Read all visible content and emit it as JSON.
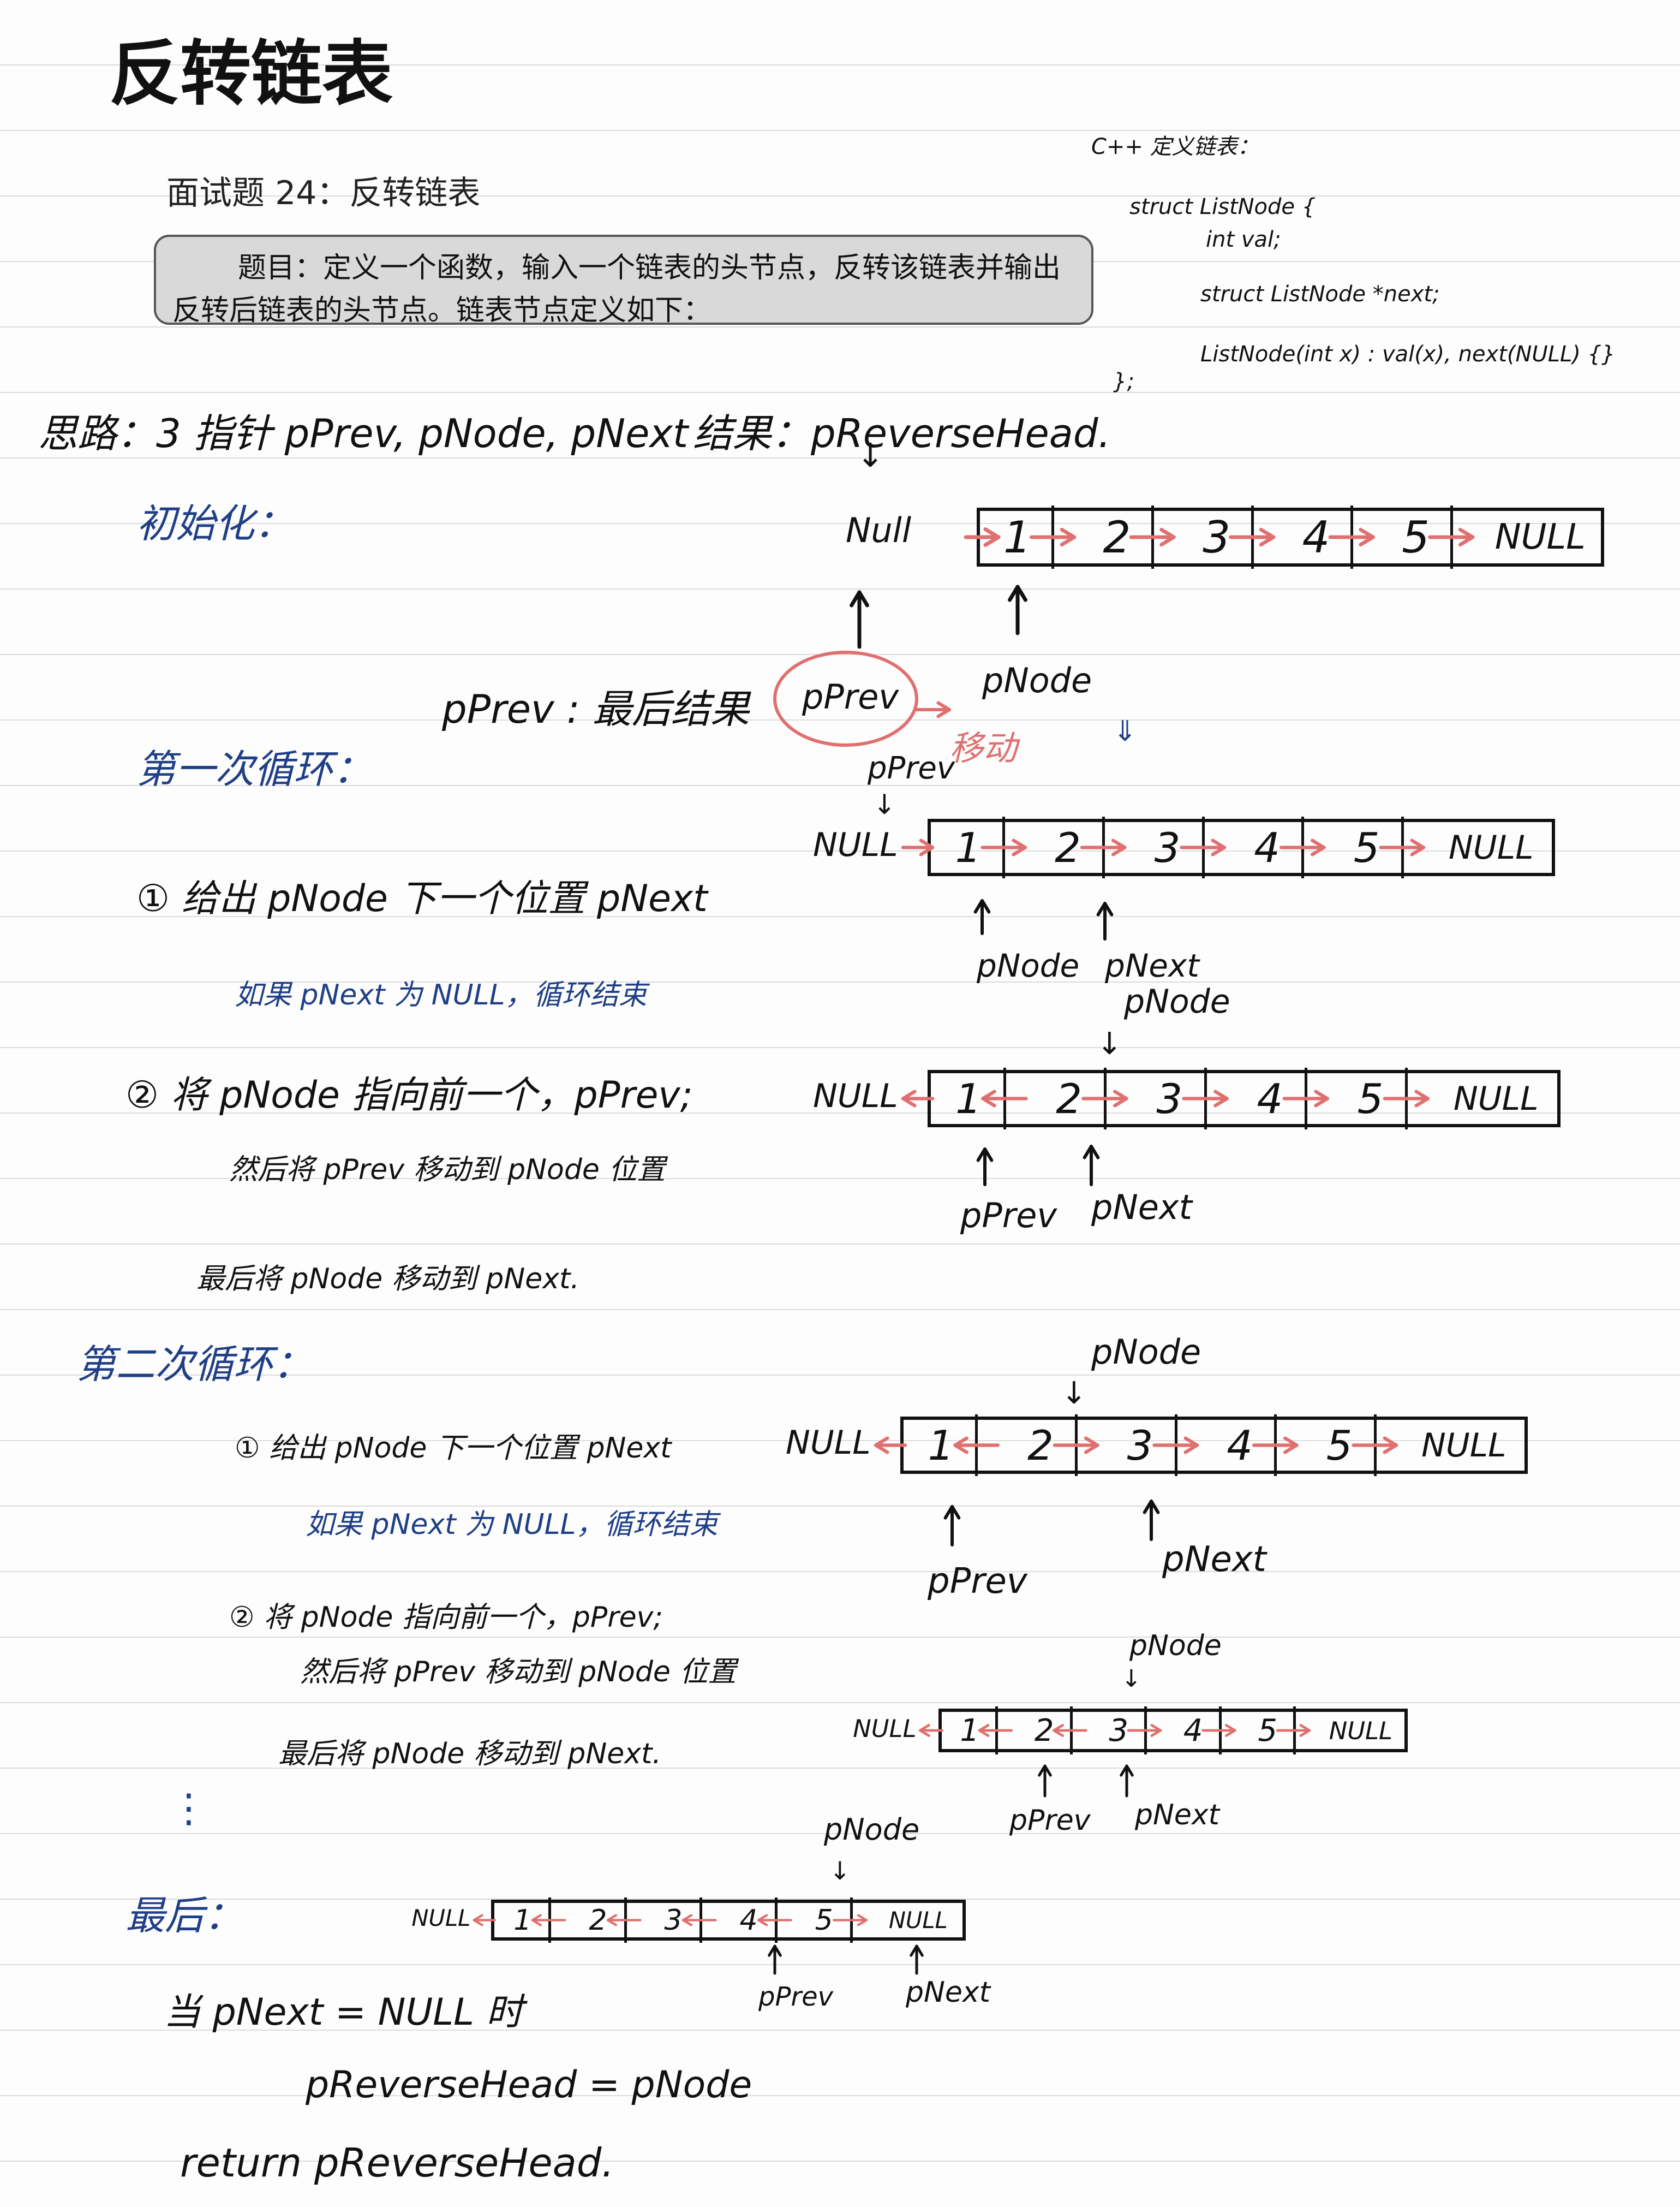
{
  "title": "反转链表",
  "problem": {
    "heading": "面试题 24：反转链表",
    "statement": "题目：定义一个函数，输入一个链表的头节点，反转该链表并输出反转后链表的头节点。链表节点定义如下："
  },
  "cpp": {
    "heading": "C++ 定义链表：",
    "lines": [
      "struct ListNode {",
      "int val;",
      "struct ListNode *next;",
      "ListNode(int x) : val(x), next(NULL) {}",
      "};"
    ]
  },
  "idea": {
    "label": "思路：3 指针 pPrev, pNode, pNext",
    "result": "结果：pReverseHead."
  },
  "init": {
    "label": "初始化：",
    "null_label": "Null",
    "note": "pPrev : 最后结果",
    "pprev": "pPrev",
    "pnode": "pNode",
    "move": "移动"
  },
  "loop1": {
    "label": "第一次循环：",
    "step1": "① 给出 pNode 下一个位置 pNext",
    "step1_note": "如果 pNext 为 NULL，循环结束",
    "step2": "② 将 pNode 指向前一个，pPrev;",
    "step2b": "然后将 pPrev 移动到 pNode 位置",
    "step3": "最后将 pNode 移动到 pNext."
  },
  "loop2": {
    "label": "第二次循环：",
    "step1": "① 给出 pNode 下一个位置 pNext",
    "step1_note": "如果 pNext 为 NULL，循环结束",
    "step2": "② 将 pNode 指向前一个，pPrev;",
    "step2b": "然后将 pPrev 移动到 pNode 位置",
    "step3": "最后将 pNode 移动到 pNext."
  },
  "dots": "⋮",
  "final": {
    "label": "最后：",
    "cond": "当 pNext = NULL 时",
    "assign": "pReverseHead = pNode",
    "ret": "return pReverseHead."
  },
  "nodes": [
    "1",
    "2",
    "3",
    "4",
    "5"
  ],
  "null": "NULL",
  "ptr": {
    "pprev": "pPrev",
    "pnode": "pNode",
    "pnext": "pNext"
  },
  "colors": {
    "ink": "#111111",
    "blue": "#1f3f86",
    "pink": "#e07070"
  }
}
